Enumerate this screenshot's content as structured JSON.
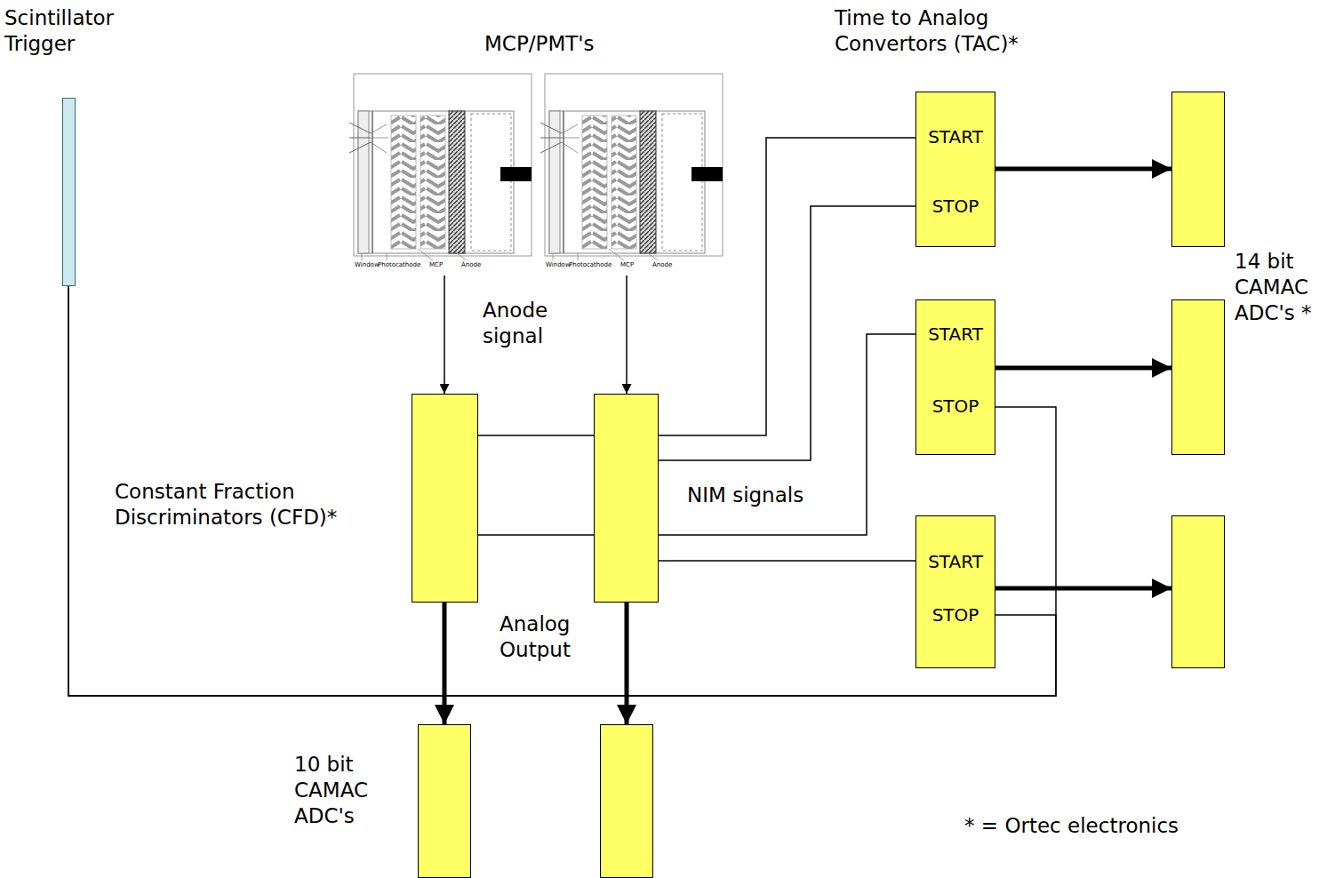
{
  "diagram": {
    "nodes": [
      {
        "text": [
          "Scintillator Trigger"
        ]
      },
      {
        "text": [
          "Window",
          "Photocathode",
          "MCP",
          "Anode"
        ]
      },
      {
        "text": [
          "Window",
          "Photocathode",
          "MCP",
          "Anode"
        ]
      },
      {
        "text": [
          "Constant Fraction Discriminators (CFD)*"
        ]
      },
      {
        "text": []
      },
      {
        "text": [
          "Time to Analog Convertors (TAC)*",
          "START",
          "STOP"
        ]
      },
      {
        "text": []
      },
      {
        "text": [
          "START",
          "STOP"
        ]
      },
      {
        "text": [
          "14 bit CAMAC ADC's *"
        ]
      },
      {
        "text": [
          "START",
          "STOP"
        ]
      },
      {
        "text": []
      },
      {
        "text": [
          "10 bit CAMAC ADC's"
        ]
      },
      {
        "text": []
      }
    ],
    "edges": [
      {
        "from": 1,
        "to": 3,
        "arrow": "to"
      },
      {
        "from": 2,
        "to": 4,
        "arrow": "to"
      },
      {
        "from": 3,
        "to": 4,
        "arrow": "none"
      },
      {
        "from": 3,
        "to": 4,
        "arrow": "none"
      },
      {
        "from": 4,
        "to": 5,
        "arrow": "none"
      },
      {
        "from": 4,
        "to": 5,
        "arrow": "none"
      },
      {
        "from": 4,
        "to": 7,
        "arrow": "none"
      },
      {
        "from": 4,
        "to": 9,
        "arrow": "none"
      },
      {
        "from": 5,
        "to": 6,
        "arrow": "to"
      },
      {
        "from": 7,
        "to": 8,
        "arrow": "to"
      },
      {
        "from": 9,
        "to": 10,
        "arrow": "to"
      },
      {
        "from": 3,
        "to": 11,
        "arrow": "to"
      },
      {
        "from": 4,
        "to": 12,
        "arrow": "to"
      },
      {
        "from": 0,
        "to": 7,
        "arrow": "none"
      },
      {
        "from": 0,
        "to": 9,
        "arrow": "none"
      }
    ],
    "labels": [
      "MCP/PMT's",
      "Anode signal",
      "NIM signals",
      "Analog Output",
      "* = Ortec electronics"
    ]
  }
}
